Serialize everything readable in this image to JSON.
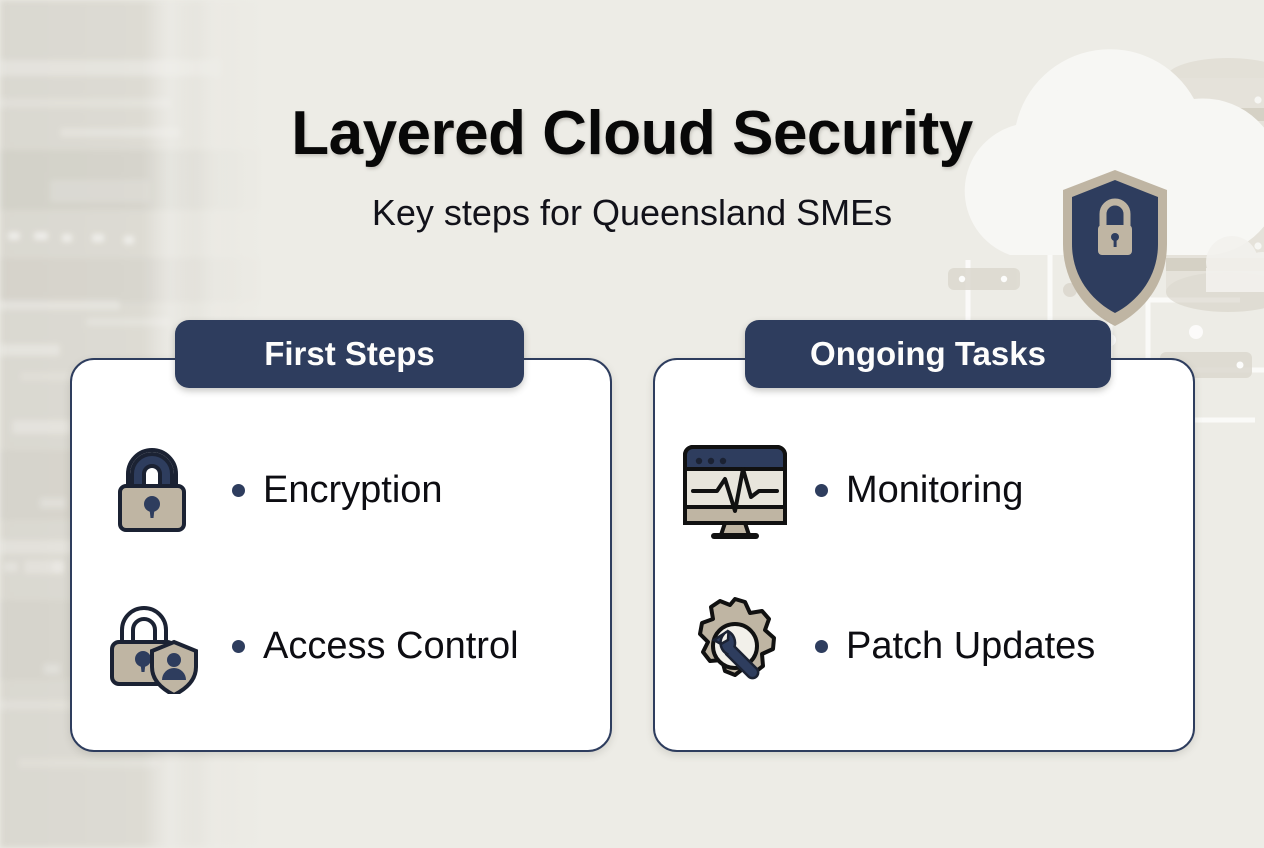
{
  "theme": {
    "background": "#edece6",
    "navy": "#2e3d5e",
    "tan": "#bfb5a3",
    "card_bg": "#ffffff",
    "text": "#0d0d12"
  },
  "header": {
    "title": "Layered Cloud Security",
    "subtitle": "Key steps for Queensland SMEs"
  },
  "cards": [
    {
      "header": "First Steps",
      "items": [
        {
          "label": "Encryption",
          "icon": "padlock-icon"
        },
        {
          "label": "Access Control",
          "icon": "padlock-shield-user-icon"
        }
      ]
    },
    {
      "header": "Ongoing Tasks",
      "items": [
        {
          "label": "Monitoring",
          "icon": "monitor-heartbeat-icon"
        },
        {
          "label": "Patch Updates",
          "icon": "gear-wrench-icon"
        }
      ]
    }
  ],
  "decorations": {
    "cloud": "cloud-icon",
    "shield_lock": "shield-lock-icon",
    "database": "database-stack-icon",
    "small_cloud": "small-cloud-icon",
    "server_bar": "server-bar-icon",
    "circuit_lines": "circuit-lines-decoration"
  }
}
